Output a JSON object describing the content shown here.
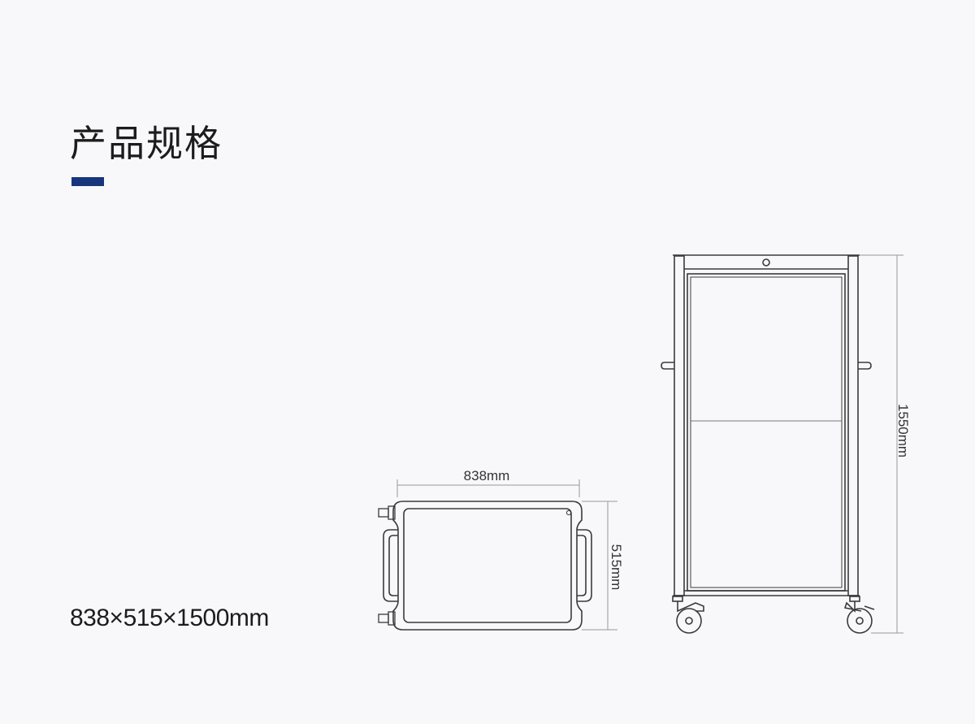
{
  "header": {
    "title": "产品规格",
    "accent_color": "#17357d"
  },
  "specs": {
    "overall_dimensions": "838×515×1500mm"
  },
  "top_view": {
    "width_label": "838mm",
    "depth_label": "515mm"
  },
  "front_view": {
    "height_label": "1550mm"
  }
}
